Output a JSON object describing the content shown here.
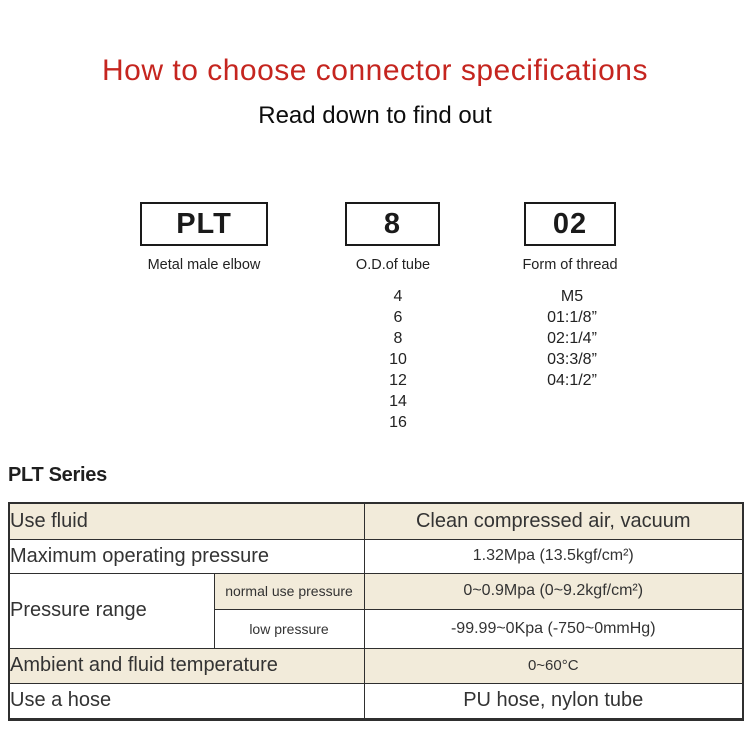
{
  "header": {
    "title": "How to choose connector specifications",
    "subtitle": "Read down to find out"
  },
  "builder": {
    "boxes": [
      {
        "code": "PLT",
        "label": "Metal male elbow"
      },
      {
        "code": "8",
        "label": "O.D.of tube"
      },
      {
        "code": "02",
        "label": "Form of thread"
      }
    ],
    "tube_options": [
      "4",
      "6",
      "8",
      "10",
      "12",
      "14",
      "16"
    ],
    "thread_options": [
      "M5",
      "01:1/8”",
      "02:1/4”",
      "03:3/8”",
      "04:1/2”"
    ]
  },
  "series": {
    "heading": "PLT Series"
  },
  "spec_table": {
    "rows": [
      {
        "label": "Use fluid",
        "value": "Clean compressed air, vacuum"
      },
      {
        "label": "Maximum operating pressure",
        "value": "1.32Mpa (13.5kgf/cm²)"
      },
      {
        "label": "Pressure range",
        "sub": [
          {
            "label": "normal use pressure",
            "value": "0~0.9Mpa (0~9.2kgf/cm²)"
          },
          {
            "label": "low pressure",
            "value": "-99.99~0Kpa (-750~0mmHg)"
          }
        ]
      },
      {
        "label": "Ambient and fluid temperature",
        "value": "0~60°C"
      },
      {
        "label": "Use a hose",
        "value": "PU hose, nylon tube"
      }
    ]
  },
  "colors": {
    "title_red": "#c5251f",
    "stripe_beige": "#f2ebda",
    "table_border": "#2f2f2f",
    "text_dark": "#333333"
  }
}
